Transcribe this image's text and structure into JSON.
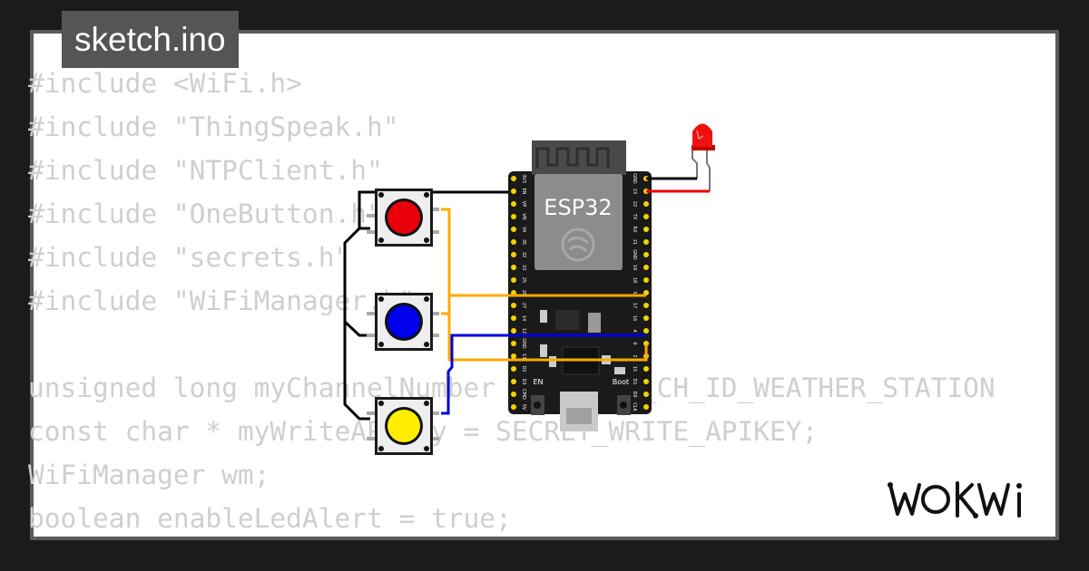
{
  "file_tab": {
    "label": "sketch.ino"
  },
  "code_lines": [
    "#include <WiFi.h>",
    "#include \"ThingSpeak.h\"",
    "#include \"NTPClient.h\"",
    "#include \"OneButton.h\"",
    "#include \"secrets.h\"",
    "#include \"WiFiManager.h\"",
    "",
    "unsigned long myChannelNumber = SECRET_CH_ID_WEATHER_STATION;",
    "const char * myWriteAPIKey = SECRET_WRITE_APIKEY;",
    "WiFiManager wm;",
    "boolean enableLedAlert = true;"
  ],
  "board": {
    "label": "ESP32",
    "en_label": "EN",
    "boot_label": "Boot",
    "pin_labels_left": [
      "3V3",
      "EN",
      "VP",
      "VN",
      "34",
      "35",
      "32",
      "33",
      "25",
      "26",
      "27",
      "14",
      "12",
      "GND",
      "13",
      "D2",
      "D3",
      "CMD",
      "5V"
    ],
    "pin_labels_right": [
      "GND",
      "23",
      "22",
      "TX",
      "RX",
      "21",
      "GND",
      "19",
      "18",
      "5",
      "17",
      "16",
      "4",
      "0",
      "2",
      "15",
      "D1",
      "D0",
      "CLK"
    ]
  },
  "components": {
    "buttons": [
      {
        "color": "#e8000a",
        "name": "red"
      },
      {
        "color": "#0000ee",
        "name": "blue"
      },
      {
        "color": "#ffee00",
        "name": "yellow"
      }
    ],
    "led_color": "#e8000a"
  },
  "wires": {
    "black": "#000000",
    "red": "#ee0000",
    "yellow": "#ffaa00",
    "blue": "#0000dd"
  },
  "logo": {
    "text": "WOKWI"
  }
}
